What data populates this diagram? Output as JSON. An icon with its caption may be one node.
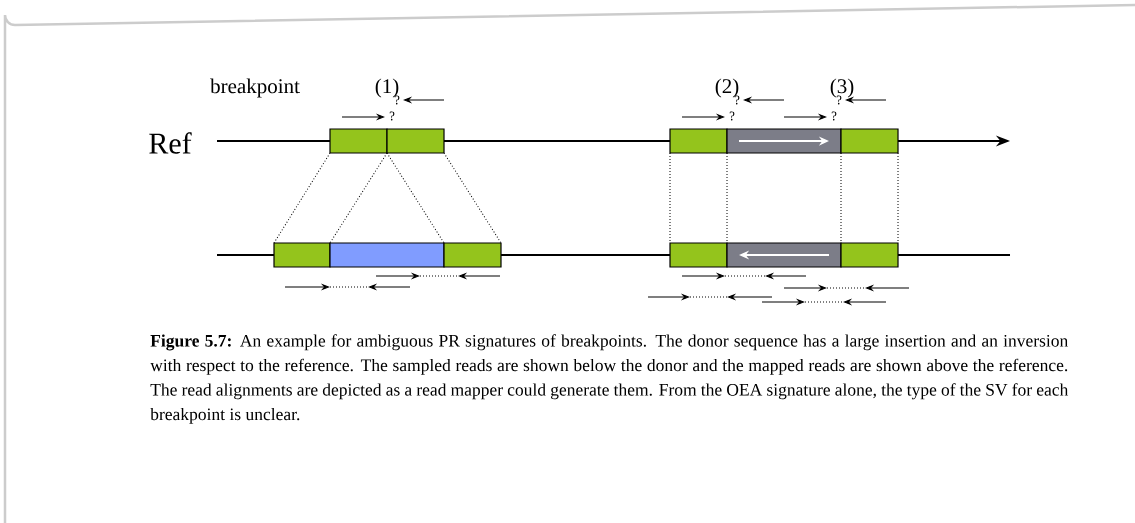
{
  "diagram": {
    "caption": "**Figure 5.7:** An example for ambiguous PR signatures of breakpoints. The donor sequence has a large insertion and an inversion with respect to the reference. The sampled reads are shown below the donor and the mapped reads are shown above the reference. The read alignments are depicted as a read mapper could generate them. From the OEA signature alone, the type of the SV for each breakpoint is unclear.",
    "labels": [
      "breakpoint",
      "(1)",
      "(2)",
      "(3)",
      "?",
      "?",
      "?",
      "?",
      "?",
      "?",
      "Ref"
    ]
  }
}
